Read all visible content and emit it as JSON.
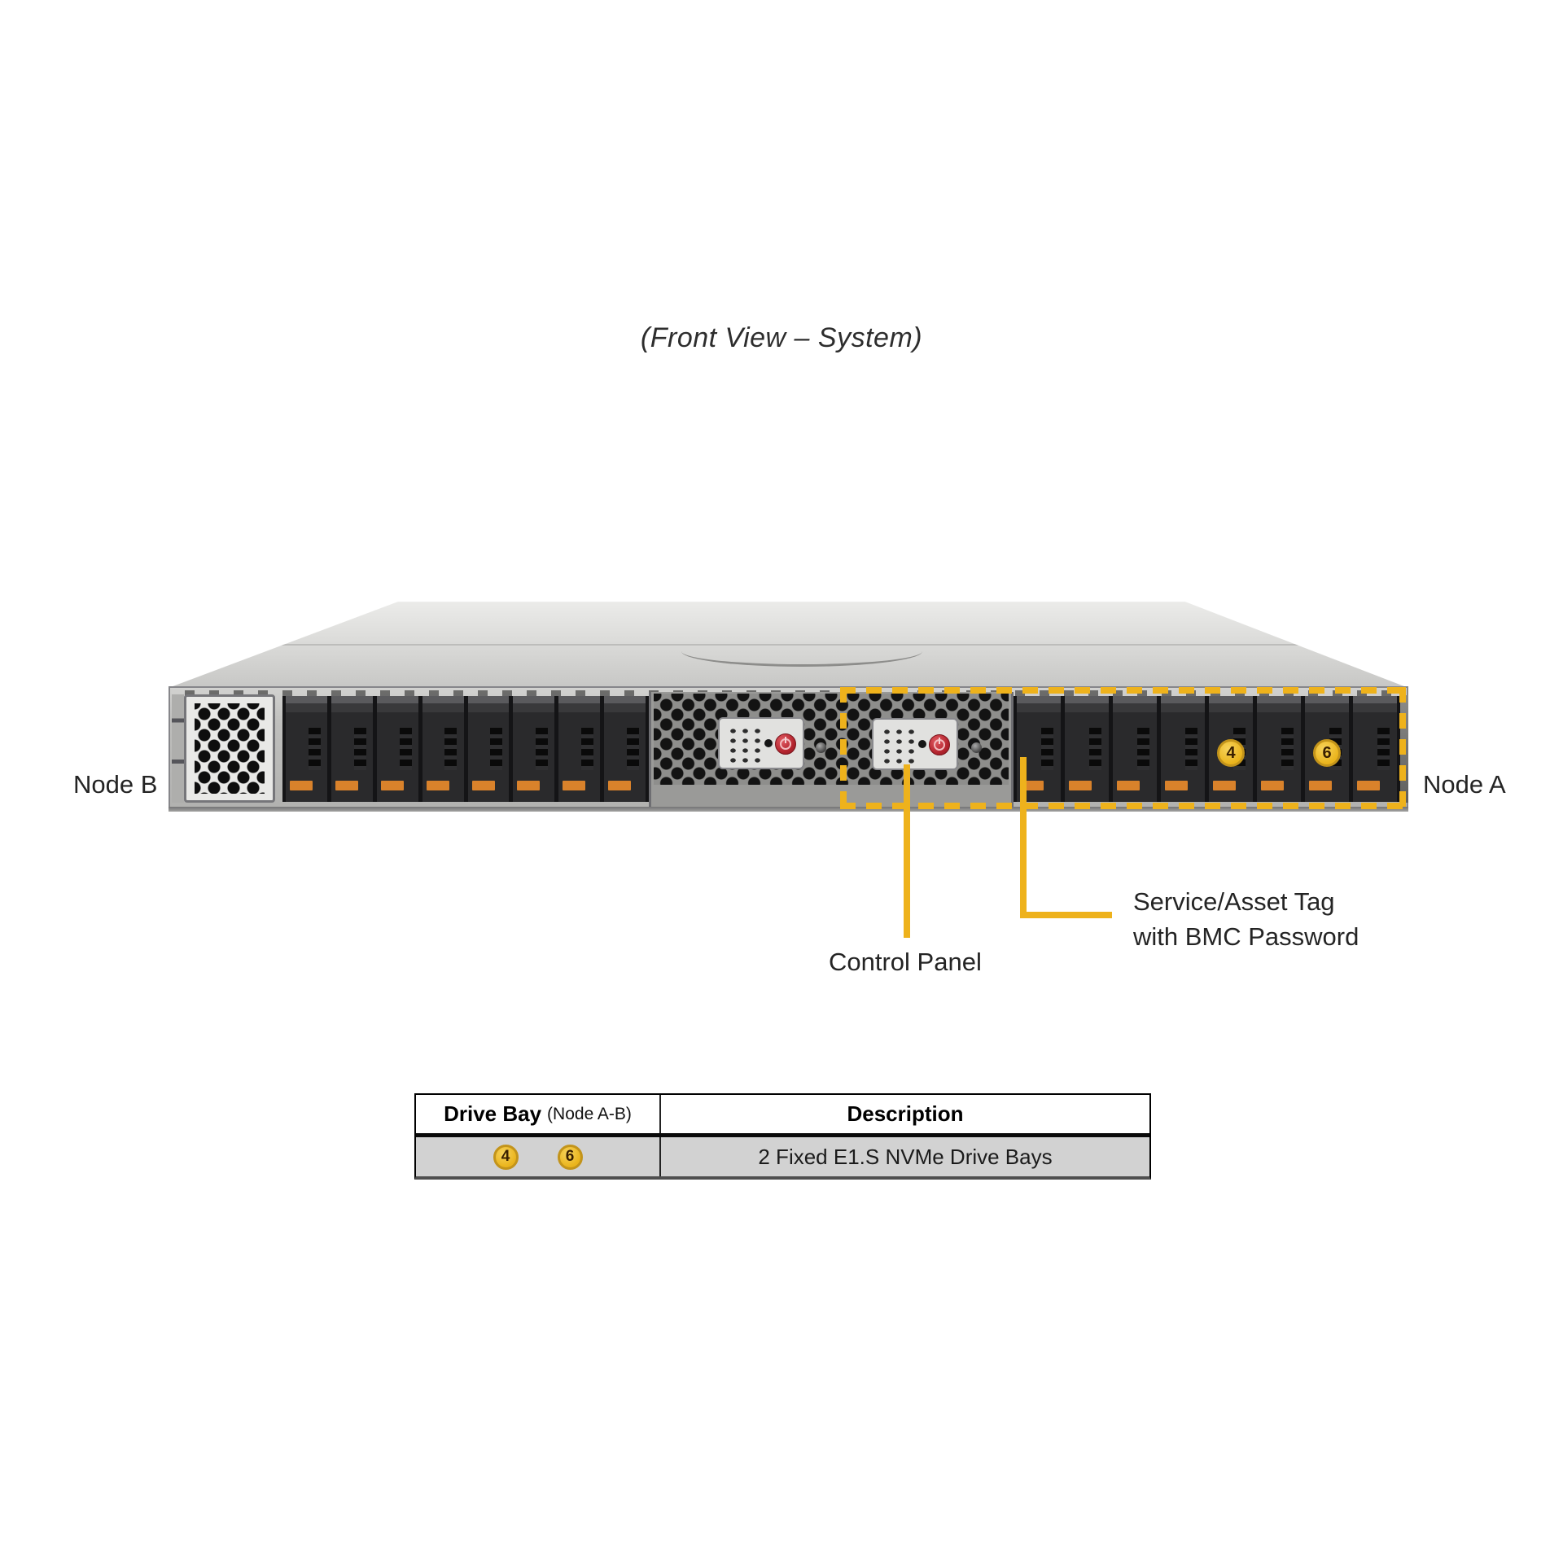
{
  "title": "(Front View – System)",
  "chassis": {
    "node_b_label": "Node B",
    "node_a_label": "Node A",
    "node_b_bay_count": 8,
    "node_a_bay_count": 8,
    "node_a_badges": [
      {
        "bay_index": 4,
        "label": "4"
      },
      {
        "bay_index": 6,
        "label": "6"
      }
    ],
    "control_panel_count": 2
  },
  "callouts": {
    "control_panel": "Control Panel",
    "service_tag_line1": "Service/Asset Tag",
    "service_tag_line2": "with BMC Password"
  },
  "table": {
    "col1_header_main": "Drive Bay",
    "col1_header_sub": "(Node A-B)",
    "col2_header": "Description",
    "row": {
      "bays": [
        "4",
        "6"
      ],
      "description": "2 Fixed E1.S NVMe Drive Bays"
    }
  },
  "colors": {
    "accent_yellow": "#EEB21C",
    "badge_fill": "#EAB41C",
    "badge_border": "#C3941B",
    "drive_tab_orange": "#D9822B",
    "power_button_red": "#B3242E",
    "table_row_bg": "#D2D2D2"
  }
}
